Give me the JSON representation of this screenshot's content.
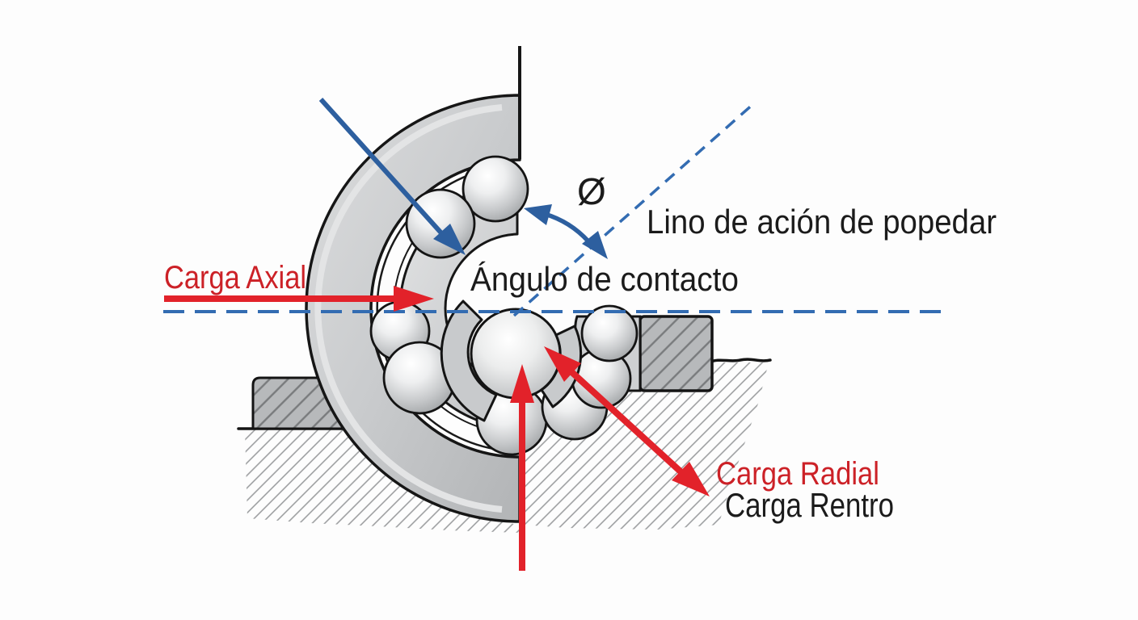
{
  "diagram": {
    "title_semantic": "Angular contact ball bearing load diagram",
    "angle_symbol": "Ø",
    "labels": {
      "axial_load": "Carga Axial",
      "contact_angle": "Ángulo de contacto",
      "line_of_action": "Lino de ación de popedar",
      "radial_load": "Carga Radial",
      "center_load": "Carga Rentro"
    }
  },
  "colors": {
    "arrow_red": "#e2222a",
    "text_red": "#cc2127",
    "blue": "#2d5f9f",
    "blue_dash": "#336cb2",
    "ink": "#1b1b1b",
    "ring_gray": "#c6c8ca",
    "ball_gray": "#c9cbcc",
    "hatch_gray": "#97999b",
    "block_gray": "#b7b9bb"
  }
}
